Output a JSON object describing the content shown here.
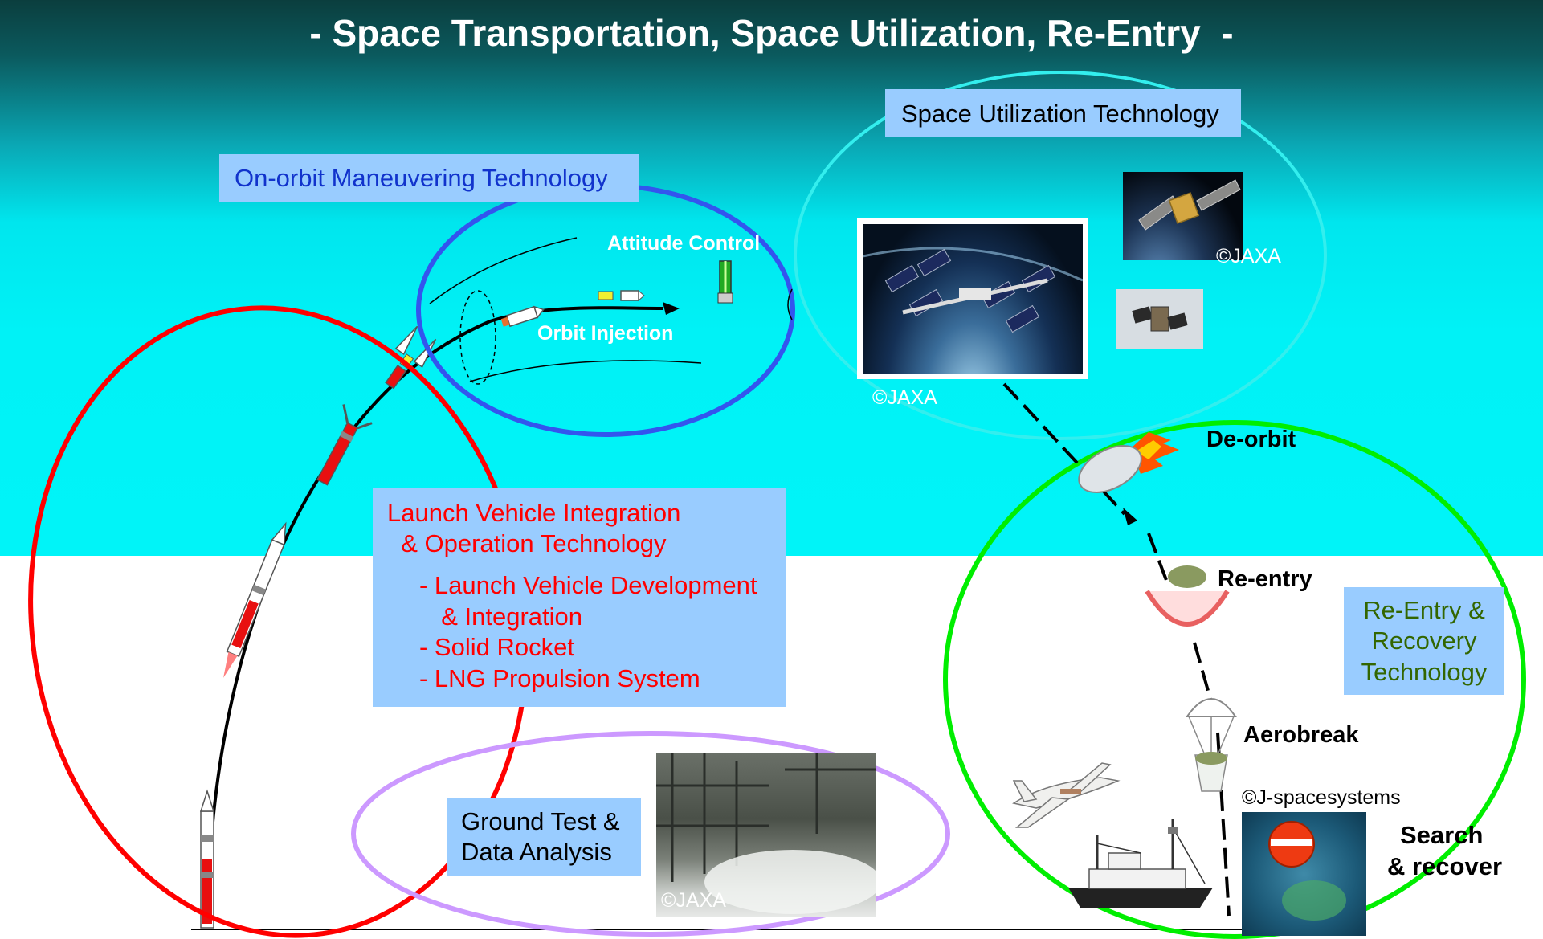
{
  "title": "- Space Transportation, Space Utilization, Re-Entry  -",
  "regions": {
    "on_orbit": "On-orbit Maneuvering Technology",
    "space_utilization": "Space Utilization Technology",
    "launch_vehicle": {
      "heading": [
        "Launch Vehicle Integration",
        "  & Operation Technology"
      ],
      "items": [
        "- Launch Vehicle Development",
        "  & Integration",
        "- Solid Rocket",
        "- LNG Propulsion System"
      ]
    },
    "reentry": [
      "Re-Entry &",
      "Recovery",
      "Technology"
    ],
    "ground_test": [
      "Ground Test &",
      "Data Analysis"
    ]
  },
  "labels": {
    "attitude_control": "Attitude Control",
    "orbit_injection": "Orbit Injection",
    "deorbit": "De-orbit",
    "reentry": "Re-entry",
    "aerobreak": "Aerobreak",
    "search_recover": [
      "Search",
      "& recover"
    ]
  },
  "credits": {
    "jaxa": "©JAXA",
    "jspacesystems": "©J-spacesystems"
  },
  "colors": {
    "launch_ring": "#ff0000",
    "orbit_ring": "#3355ee",
    "utilization_ring": "#33eeee",
    "reentry_ring": "#00ee00",
    "ground_ring": "#cc99ff",
    "box_fill": "#99ccff",
    "launch_text": "#ff0000",
    "orbit_text": "#1133cc",
    "reentry_text": "#336600"
  }
}
